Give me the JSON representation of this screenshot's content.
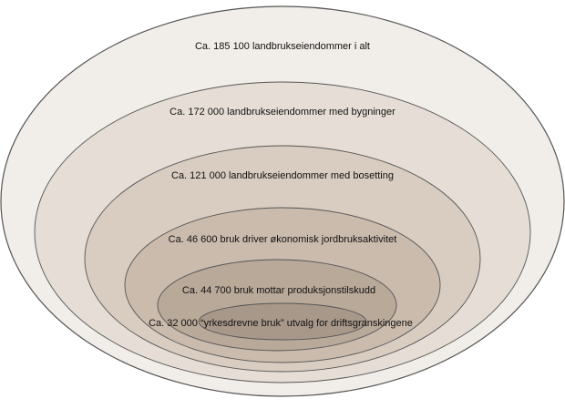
{
  "diagram": {
    "levels": [
      {
        "label": "Ca. 185 100 landbrukseiendommer i alt",
        "fill": "#f1ede8"
      },
      {
        "label": "Ca. 172 000 landbrukseiendommer med bygninger",
        "fill": "#e6ded6"
      },
      {
        "label": "Ca. 121 000 landbrukseiendommer med bosetting",
        "fill": "#d9cdc1"
      },
      {
        "label": "Ca. 46 600 bruk driver økonomisk jordbruksaktivitet",
        "fill": "#cabbad"
      },
      {
        "label": "Ca. 44 700 bruk mottar produksjonstilskudd",
        "fill": "#b9a999"
      },
      {
        "label": "Ca. 32 000 “yrkesdrevne bruk” utvalg for driftsgranskingene",
        "fill": "#a8988a"
      }
    ],
    "stroke": "#555555"
  }
}
